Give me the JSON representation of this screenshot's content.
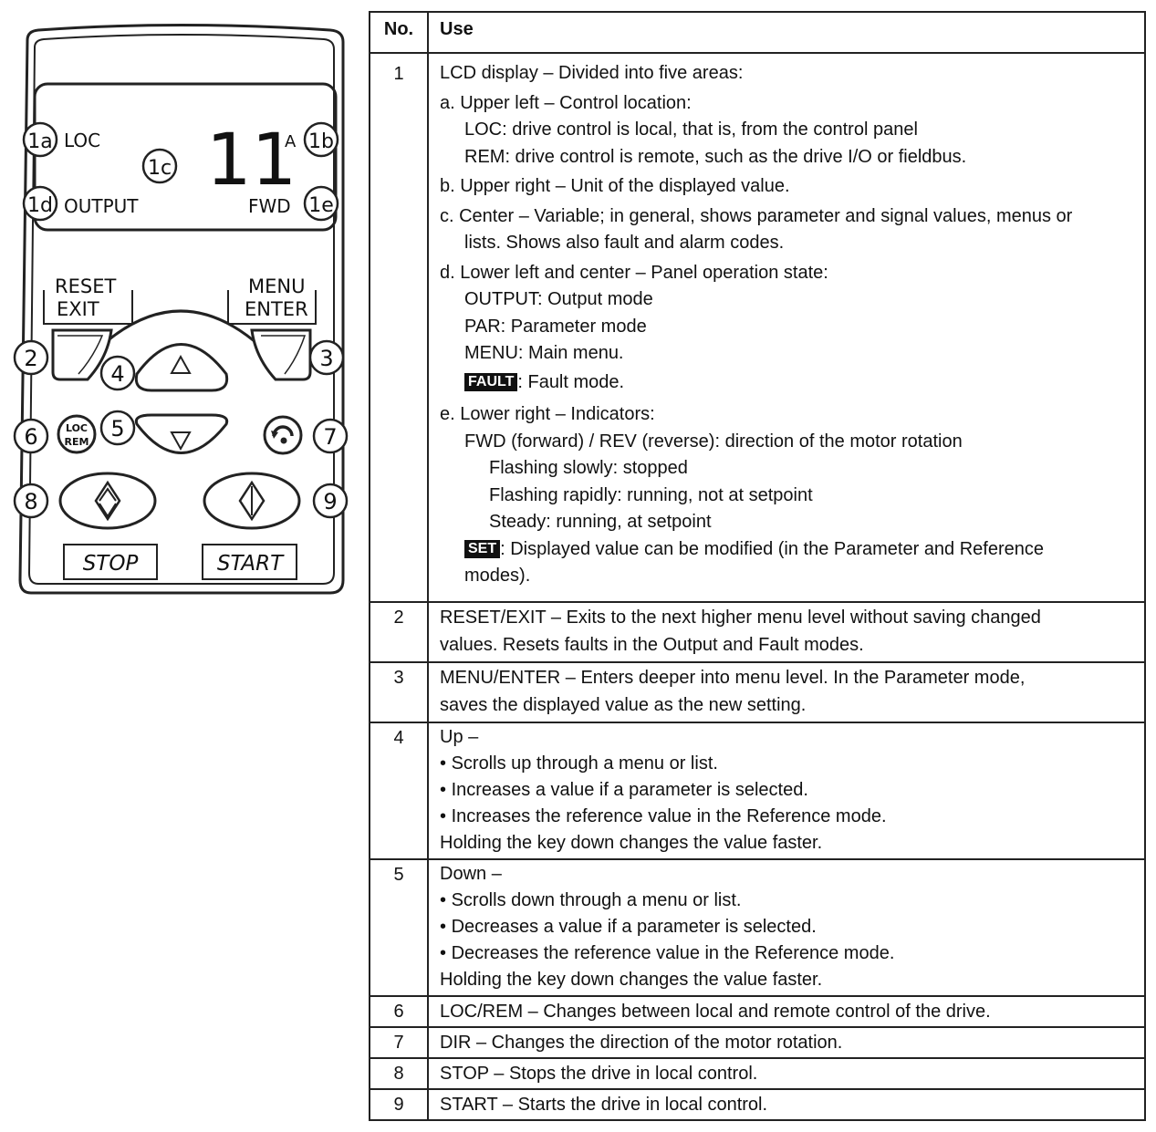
{
  "panel": {
    "lcd": {
      "loc": "LOC",
      "value": "11",
      "unit": "A",
      "output": "OUTPUT",
      "fwd": "FWD"
    },
    "callouts": {
      "c1a": "1a",
      "c1b": "1b",
      "c1c": "1c",
      "c1d": "1d",
      "c1e": "1e",
      "c2": "2",
      "c3": "3",
      "c4": "4",
      "c5": "5",
      "c6": "6",
      "c7": "7",
      "c8": "8",
      "c9": "9"
    },
    "keys": {
      "reset": "RESET",
      "exit": "EXIT",
      "menu": "MENU",
      "enter": "ENTER",
      "loc": "LOC",
      "rem": "REM",
      "stop": "STOP",
      "start": "START"
    },
    "icons": [
      "up-arrow-icon",
      "down-arrow-icon",
      "direction-icon",
      "stop-icon",
      "start-icon"
    ]
  },
  "table": {
    "header_no": "No.",
    "header_use": "Use",
    "row1": {
      "no": "1",
      "l1": "LCD display – Divided into five areas:",
      "a1": "a. Upper left – Control location:",
      "a2": "LOC: drive control is local, that is, from the control panel",
      "a3": "REM: drive control is remote, such as the drive I/O or fieldbus.",
      "b1": "b. Upper right – Unit of the displayed value.",
      "c1": "c. Center – Variable; in general, shows parameter and signal values, menus or",
      "c2": "lists. Shows also fault and alarm codes.",
      "d1": "d. Lower left and center – Panel operation state:",
      "d2": "OUTPUT: Output mode",
      "d3": "PAR: Parameter mode",
      "d4": "MENU: Main menu.",
      "d5_tag": "FAULT",
      "d5": ": Fault mode.",
      "e1": "e. Lower right – Indicators:",
      "e2": "FWD (forward) / REV (reverse): direction of the motor rotation",
      "e3": "Flashing slowly: stopped",
      "e4": "Flashing rapidly: running, not at setpoint",
      "e5": "Steady: running, at setpoint",
      "e6_tag": "SET",
      "e6": ": Displayed value can be modified (in the Parameter and Reference",
      "e7": "modes)."
    },
    "row2": {
      "no": "2",
      "l1": "RESET/EXIT – Exits to the next higher menu level without saving changed",
      "l2": "values. Resets faults in the Output and Fault modes."
    },
    "row3": {
      "no": "3",
      "l1": "MENU/ENTER – Enters deeper into menu level. In the Parameter mode,",
      "l2": "saves the displayed value as the new setting."
    },
    "row4": {
      "no": "4",
      "l1": "Up –",
      "b1": "Scrolls up through a menu or list.",
      "b2": "Increases a value if a parameter is selected.",
      "b3": "Increases the reference value in the Reference mode.",
      "l2": "Holding the key down changes the value faster."
    },
    "row5": {
      "no": "5",
      "l1": "Down –",
      "b1": "Scrolls down through a menu or list.",
      "b2": "Decreases a value if a parameter is selected.",
      "b3": "Decreases the reference value in the Reference mode.",
      "l2": "Holding the key down changes the value faster."
    },
    "row6": {
      "no": "6",
      "l1": "LOC/REM – Changes between local and remote control of the drive."
    },
    "row7": {
      "no": "7",
      "l1": "DIR – Changes the direction of the motor rotation."
    },
    "row8": {
      "no": "8",
      "l1": "STOP – Stops the drive in local control."
    },
    "row9": {
      "no": "9",
      "l1": "START – Starts the drive in local control."
    }
  }
}
